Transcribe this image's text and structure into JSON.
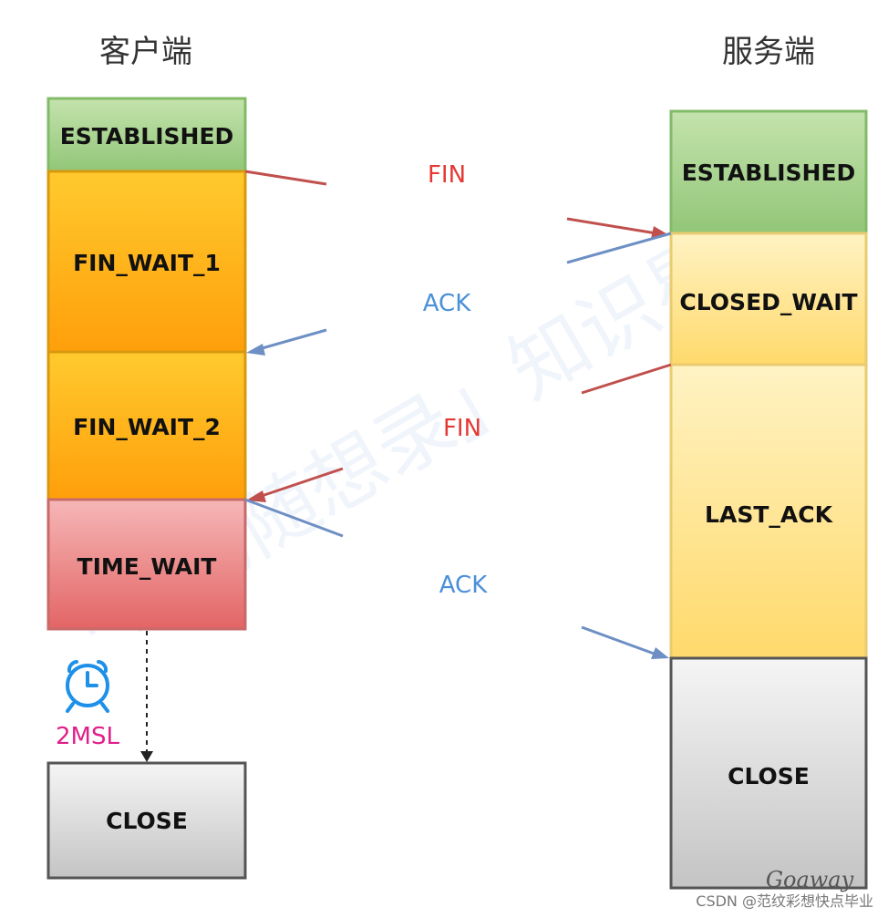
{
  "headers": {
    "client": "客户端",
    "server": "服务端"
  },
  "client_states": [
    {
      "label": "ESTABLISHED",
      "fill": "#a9d48f",
      "stroke": "#7fb65f"
    },
    {
      "label": "FIN_WAIT_1",
      "fill": "#ffb20f",
      "stroke": "#d9970c"
    },
    {
      "label": "FIN_WAIT_2",
      "fill": "#ffb20f",
      "stroke": "#d9970c"
    },
    {
      "label": "TIME_WAIT",
      "fill": "#ec8a8a",
      "stroke": "#c86a6a"
    },
    {
      "label": "CLOSE",
      "fill": "#d6d6d6",
      "stroke": "#666666"
    }
  ],
  "server_states": [
    {
      "label": "ESTABLISHED",
      "fill": "#a9d48f",
      "stroke": "#7fb65f"
    },
    {
      "label": "CLOSED_WAIT",
      "fill": "#ffe49a",
      "stroke": "#e8c86a"
    },
    {
      "label": "LAST_ACK",
      "fill": "#ffe49a",
      "stroke": "#e8c86a"
    },
    {
      "label": "CLOSE",
      "fill": "#d6d6d6",
      "stroke": "#666666"
    }
  ],
  "messages": [
    {
      "label": "FIN",
      "color": "#e53935",
      "direction": "client-to-server"
    },
    {
      "label": "ACK",
      "color": "#4a90d9",
      "direction": "server-to-client"
    },
    {
      "label": "FIN",
      "color": "#e53935",
      "direction": "server-to-client"
    },
    {
      "label": "ACK",
      "color": "#4a90d9",
      "direction": "client-to-server"
    }
  ],
  "timer": {
    "label": "2MSL",
    "icon": "alarm-clock-icon",
    "color": "#1e90e8"
  },
  "watermark": "「代码随想录」知识星球",
  "signature": "Goaway",
  "credit": "CSDN @范纹彩想快点毕业"
}
